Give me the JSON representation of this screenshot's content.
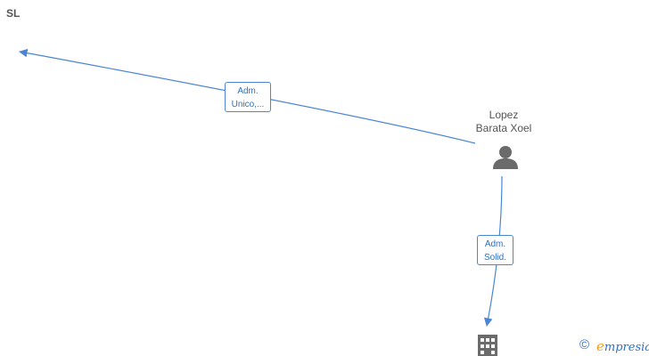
{
  "diagram": {
    "company_label": "SL",
    "person": {
      "name_line1": "Lopez",
      "name_line2": "Barata Xoel"
    },
    "edges": [
      {
        "label_line1": "Adm.",
        "label_line2": "Unico,..."
      },
      {
        "label_line1": "Adm.",
        "label_line2": "Solid."
      }
    ]
  },
  "footer": {
    "copyright_symbol": "©",
    "brand_first": "e",
    "brand_rest": "mpresia"
  },
  "colors": {
    "edge": "#4a86d4",
    "node_icon": "#6b6b6b",
    "brand_accent": "#f0a01e"
  },
  "icons": [
    "person-icon",
    "building-icon",
    "arrowhead-icon"
  ]
}
